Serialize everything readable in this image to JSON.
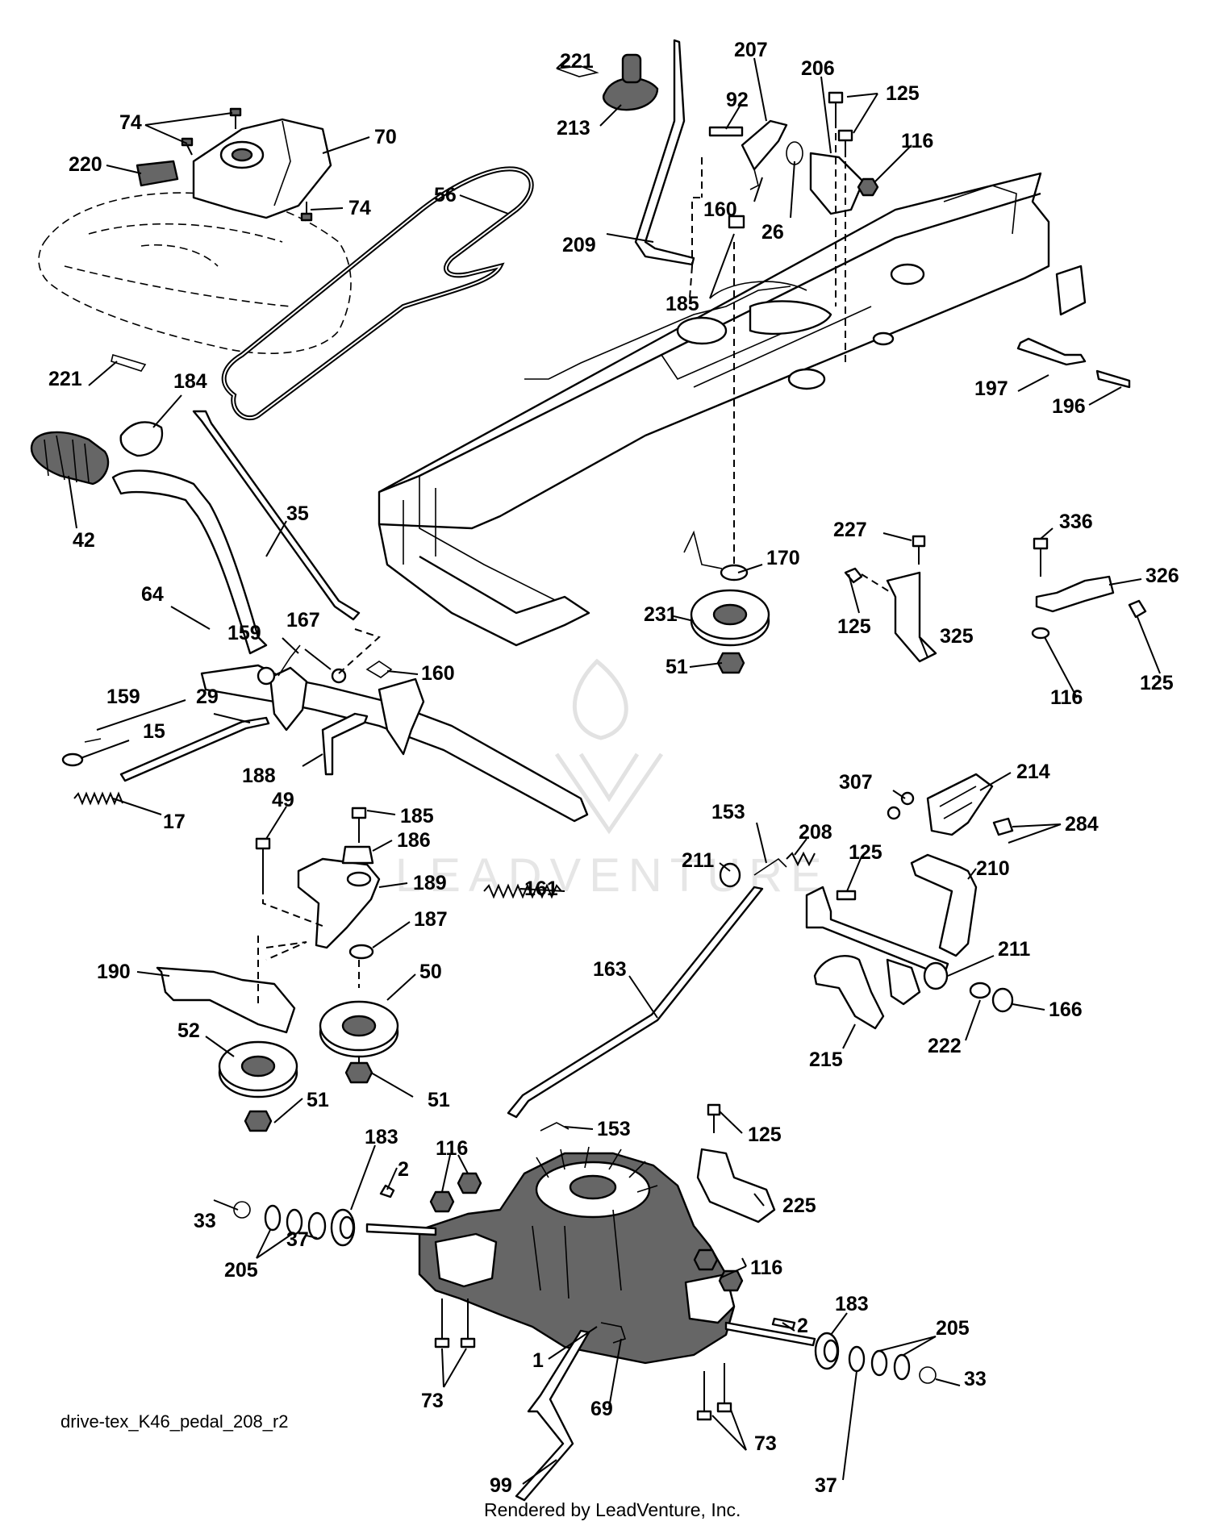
{
  "diagram_id": "drive-tex_K46_pedal_208_r2",
  "credit": "Rendered by LeadVenture, Inc.",
  "watermark": "LEADVENTURE",
  "callouts": [
    {
      "id": "c-221a",
      "label": "221"
    },
    {
      "id": "c-213",
      "label": "213"
    },
    {
      "id": "c-207",
      "label": "207"
    },
    {
      "id": "c-206",
      "label": "206"
    },
    {
      "id": "c-125a",
      "label": "125"
    },
    {
      "id": "c-92",
      "label": "92"
    },
    {
      "id": "c-116a",
      "label": "116"
    },
    {
      "id": "c-74a",
      "label": "74"
    },
    {
      "id": "c-70",
      "label": "70"
    },
    {
      "id": "c-220",
      "label": "220"
    },
    {
      "id": "c-74b",
      "label": "74"
    },
    {
      "id": "c-56",
      "label": "56"
    },
    {
      "id": "c-160a",
      "label": "160"
    },
    {
      "id": "c-26",
      "label": "26"
    },
    {
      "id": "c-209",
      "label": "209"
    },
    {
      "id": "c-185a",
      "label": "185"
    },
    {
      "id": "c-197",
      "label": "197"
    },
    {
      "id": "c-196",
      "label": "196"
    },
    {
      "id": "c-221b",
      "label": "221"
    },
    {
      "id": "c-184",
      "label": "184"
    },
    {
      "id": "c-35",
      "label": "35"
    },
    {
      "id": "c-42",
      "label": "42"
    },
    {
      "id": "c-227",
      "label": "227"
    },
    {
      "id": "c-336",
      "label": "336"
    },
    {
      "id": "c-170",
      "label": "170"
    },
    {
      "id": "c-326",
      "label": "326"
    },
    {
      "id": "c-231",
      "label": "231"
    },
    {
      "id": "c-125b",
      "label": "125"
    },
    {
      "id": "c-325",
      "label": "325"
    },
    {
      "id": "c-64",
      "label": "64"
    },
    {
      "id": "c-159a",
      "label": "159"
    },
    {
      "id": "c-167",
      "label": "167"
    },
    {
      "id": "c-51a",
      "label": "51"
    },
    {
      "id": "c-160b",
      "label": "160"
    },
    {
      "id": "c-116b",
      "label": "116"
    },
    {
      "id": "c-125c",
      "label": "125"
    },
    {
      "id": "c-159b",
      "label": "159"
    },
    {
      "id": "c-29",
      "label": "29"
    },
    {
      "id": "c-15",
      "label": "15"
    },
    {
      "id": "c-307",
      "label": "307"
    },
    {
      "id": "c-214",
      "label": "214"
    },
    {
      "id": "c-188",
      "label": "188"
    },
    {
      "id": "c-17",
      "label": "17"
    },
    {
      "id": "c-153a",
      "label": "153"
    },
    {
      "id": "c-284",
      "label": "284"
    },
    {
      "id": "c-49",
      "label": "49"
    },
    {
      "id": "c-185b",
      "label": "185"
    },
    {
      "id": "c-208",
      "label": "208"
    },
    {
      "id": "c-186",
      "label": "186"
    },
    {
      "id": "c-125d",
      "label": "125"
    },
    {
      "id": "c-211a",
      "label": "211"
    },
    {
      "id": "c-210",
      "label": "210"
    },
    {
      "id": "c-189",
      "label": "189"
    },
    {
      "id": "c-161",
      "label": "161"
    },
    {
      "id": "c-187",
      "label": "187"
    },
    {
      "id": "c-211b",
      "label": "211"
    },
    {
      "id": "c-190",
      "label": "190"
    },
    {
      "id": "c-50",
      "label": "50"
    },
    {
      "id": "c-163",
      "label": "163"
    },
    {
      "id": "c-166",
      "label": "166"
    },
    {
      "id": "c-52",
      "label": "52"
    },
    {
      "id": "c-222",
      "label": "222"
    },
    {
      "id": "c-215",
      "label": "215"
    },
    {
      "id": "c-51b",
      "label": "51"
    },
    {
      "id": "c-51c",
      "label": "51"
    },
    {
      "id": "c-153b",
      "label": "153"
    },
    {
      "id": "c-125e",
      "label": "125"
    },
    {
      "id": "c-183a",
      "label": "183"
    },
    {
      "id": "c-116c",
      "label": "116"
    },
    {
      "id": "c-2a",
      "label": "2"
    },
    {
      "id": "c-33a",
      "label": "33"
    },
    {
      "id": "c-225",
      "label": "225"
    },
    {
      "id": "c-37a",
      "label": "37"
    },
    {
      "id": "c-205a",
      "label": "205"
    },
    {
      "id": "c-116d",
      "label": "116"
    },
    {
      "id": "c-183b",
      "label": "183"
    },
    {
      "id": "c-2b",
      "label": "2"
    },
    {
      "id": "c-205b",
      "label": "205"
    },
    {
      "id": "c-1",
      "label": "1"
    },
    {
      "id": "c-73a",
      "label": "73"
    },
    {
      "id": "c-69",
      "label": "69"
    },
    {
      "id": "c-33b",
      "label": "33"
    },
    {
      "id": "c-73b",
      "label": "73"
    },
    {
      "id": "c-99",
      "label": "99"
    },
    {
      "id": "c-37b",
      "label": "37"
    }
  ]
}
